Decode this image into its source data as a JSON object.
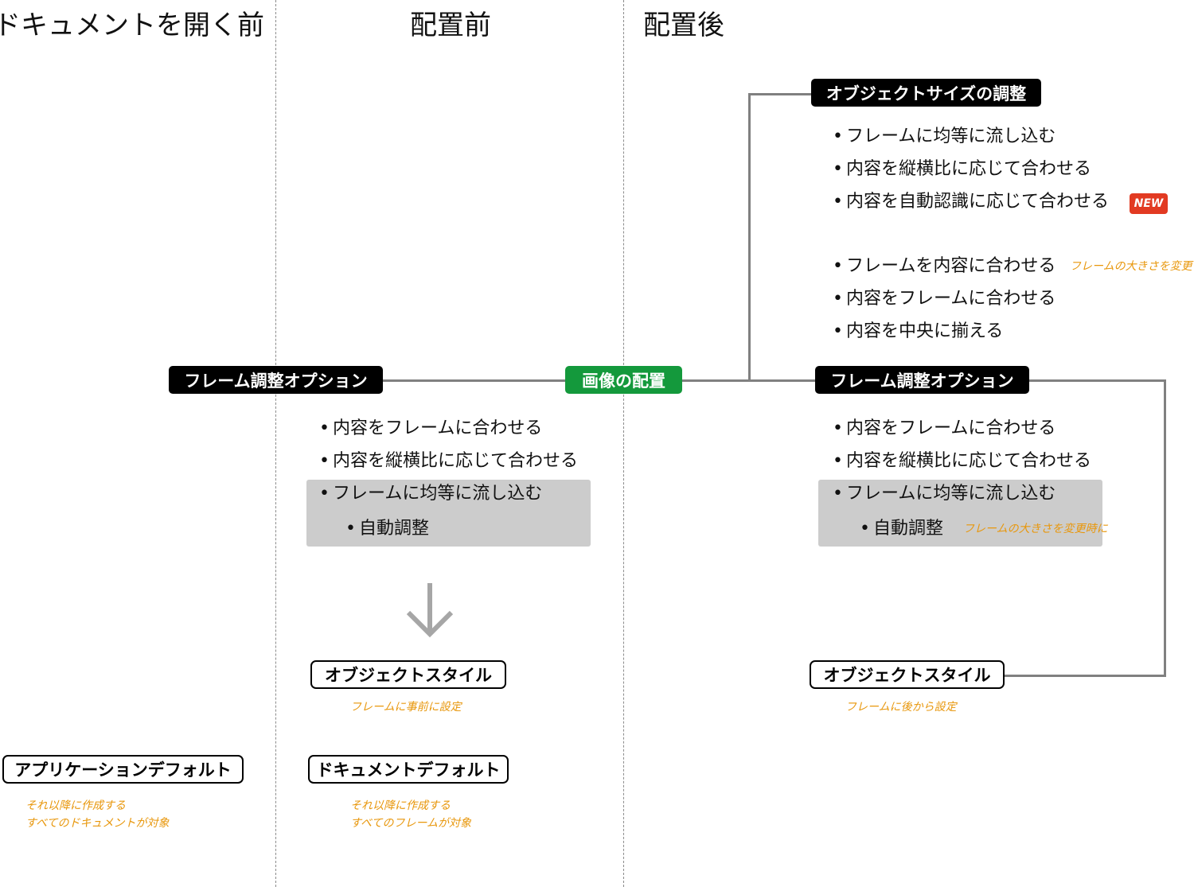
{
  "columns": {
    "before_open": "ドキュメントを開く前",
    "before_place": "配置前",
    "after_place": "配置後"
  },
  "center": {
    "frame_options_left": "フレーム調整オプション",
    "place_image": "画像の配置",
    "frame_options_right": "フレーム調整オプション"
  },
  "object_size": {
    "title": "オブジェクトサイズの調整",
    "items": [
      "フレームに均等に流し込む",
      "内容を縦横比に応じて合わせる",
      "内容を自動認識に応じて合わせる",
      "フレームを内容に合わせる",
      "内容をフレームに合わせる",
      "内容を中央に揃える"
    ],
    "new_badge": "NEW",
    "note_frame_size": "フレームの大きさを変更"
  },
  "left_options": {
    "items": [
      "内容をフレームに合わせる",
      "内容を縦横比に応じて合わせる",
      "フレームに均等に流し込む"
    ],
    "auto_fit": "自動調整"
  },
  "right_options": {
    "items": [
      "内容をフレームに合わせる",
      "内容を縦横比に応じて合わせる",
      "フレームに均等に流し込む"
    ],
    "auto_fit": "自動調整",
    "note_auto_fit": "フレームの大きさを変更時に"
  },
  "object_style_left": {
    "label": "オブジェクトスタイル",
    "note": "フレームに事前に設定"
  },
  "object_style_right": {
    "label": "オブジェクトスタイル",
    "note": "フレームに後から設定"
  },
  "app_default": {
    "label": "アプリケーションデフォルト",
    "note_line1": "それ以降に作成する",
    "note_line2": "すべてのドキュメントが対象"
  },
  "doc_default": {
    "label": "ドキュメントデフォルト",
    "note_line1": "それ以降に作成する",
    "note_line2": "すべてのフレームが対象"
  },
  "colors": {
    "label_black": "#000000",
    "place_green": "#14993c",
    "highlight_gray": "#cccccc",
    "note_orange": "#e8970c",
    "badge_red": "#e23a22",
    "connector_gray": "#808080"
  }
}
